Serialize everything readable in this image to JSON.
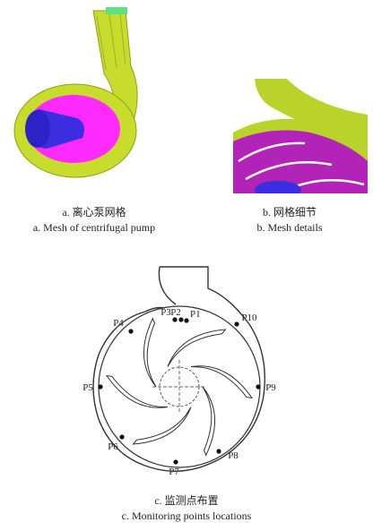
{
  "figure_a": {
    "caption_cn": "a. 离心泵网格",
    "caption_en": "a. Mesh of centrifugal pump",
    "colors": {
      "volute": "#c8dc2e",
      "impeller": "#ff2aff",
      "shaft": "#3a2ee0",
      "outlet_end": "#5ce080"
    }
  },
  "figure_b": {
    "caption_cn": "b. 网格细节",
    "caption_en": "b. Mesh details",
    "colors": {
      "volute": "#b9d32a",
      "impeller": "#b224b8",
      "blade": "#ffffff",
      "shaft": "#3a2ee0"
    }
  },
  "figure_c": {
    "caption_cn": "c. 监测点布置",
    "caption_en": "c. Monitoring points locations",
    "points": [
      {
        "label": "P1"
      },
      {
        "label": "P2"
      },
      {
        "label": "P3"
      },
      {
        "label": "P4"
      },
      {
        "label": "P5"
      },
      {
        "label": "P6"
      },
      {
        "label": "P7"
      },
      {
        "label": "P8"
      },
      {
        "label": "P9"
      },
      {
        "label": "P10"
      }
    ]
  }
}
